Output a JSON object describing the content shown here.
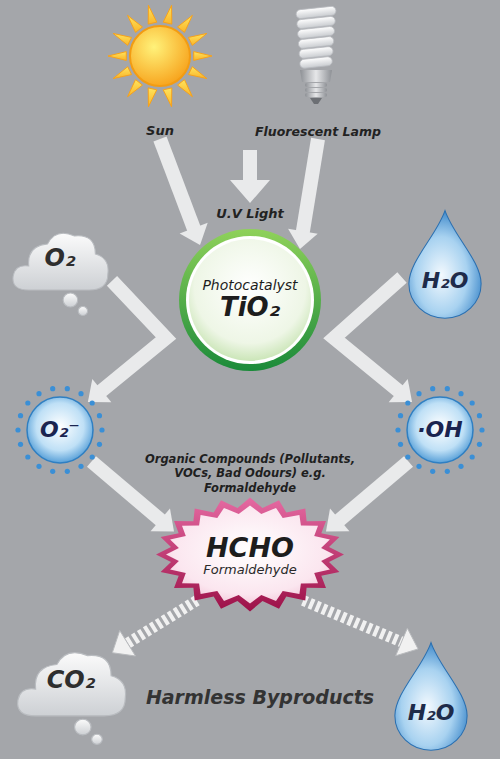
{
  "diagram": {
    "nodes": [
      {
        "text": [
          "Sun"
        ]
      },
      {
        "text": [
          "Fluorescent Lamp"
        ]
      },
      {
        "text": [
          "Photocatalyst",
          "TiO₂"
        ]
      },
      {
        "text": [
          "O₂"
        ]
      },
      {
        "text": [
          "H₂O"
        ]
      },
      {
        "text": [
          "O₂⁻"
        ]
      },
      {
        "text": [
          "·OH"
        ]
      },
      {
        "text": [
          "HCHO",
          "Formaldehyde"
        ]
      },
      {
        "text": [
          "CO₂"
        ]
      },
      {
        "text": [
          "H₂O"
        ]
      }
    ],
    "edges": [
      {
        "from": 0,
        "to": 2,
        "arrow": "to"
      },
      {
        "from": 1,
        "to": 2,
        "arrow": "to"
      },
      {
        "from": 3,
        "to": 5,
        "arrow": "to"
      },
      {
        "from": 4,
        "to": 6,
        "arrow": "to"
      },
      {
        "from": 5,
        "to": 7,
        "arrow": "to"
      },
      {
        "from": 6,
        "to": 7,
        "arrow": "to"
      },
      {
        "from": 7,
        "to": 8,
        "arrow": "to"
      },
      {
        "from": 7,
        "to": 9,
        "arrow": "to"
      }
    ],
    "labels": [
      "U.V Light",
      "Organic Compounds (Pollutants, VOCs, Bad Odours) e.g. Formaldehyde",
      "Harmless Byproducts"
    ]
  }
}
